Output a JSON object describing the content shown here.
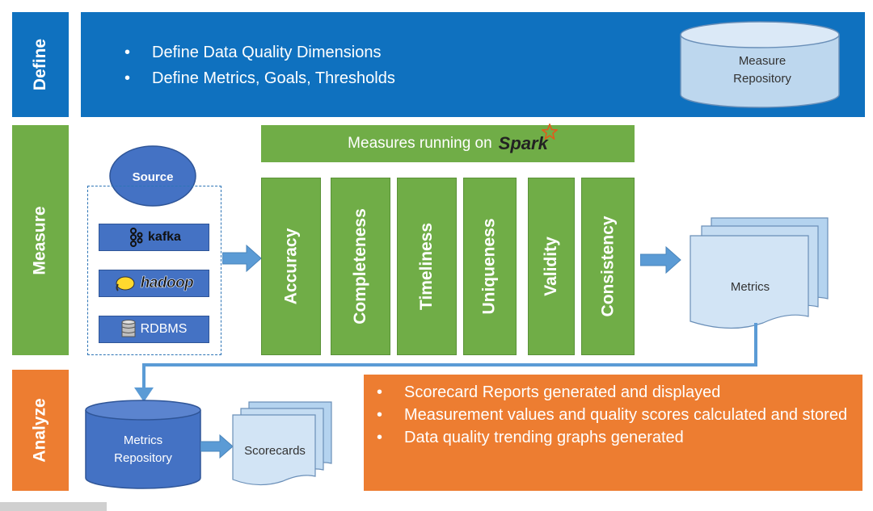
{
  "define": {
    "label": "Define",
    "bullets": [
      "Define Data Quality Dimensions",
      "Define Metrics, Goals, Thresholds"
    ],
    "repository": [
      "Measure",
      "Repository"
    ]
  },
  "measure": {
    "label": "Measure",
    "spark_banner": "Measures running on",
    "spark_logo": "Spark",
    "source": {
      "title": "Source",
      "items": [
        {
          "name": "kafka",
          "icon": "kafka-icon"
        },
        {
          "name": "hadoop",
          "icon": "hadoop-elephant-icon"
        },
        {
          "name": "RDBMS",
          "icon": "database-icon"
        }
      ]
    },
    "dimensions": [
      "Accuracy",
      "Completeness",
      "Timeliness",
      "Uniqueness",
      "Validity",
      "Consistency"
    ],
    "metrics_doc": "Metrics"
  },
  "analyze": {
    "label": "Analyze",
    "repository": [
      "Metrics",
      "Repository"
    ],
    "scorecards": "Scorecards",
    "bullets": [
      "Scorecard Reports generated and displayed",
      "Measurement values and quality scores calculated and stored",
      "Data quality trending graphs generated"
    ]
  },
  "colors": {
    "define": "#0f71bf",
    "measure": "#70ad47",
    "analyze": "#ed7d31",
    "cylinder": "#bdd7ee",
    "doc": "#b4d3ef"
  }
}
